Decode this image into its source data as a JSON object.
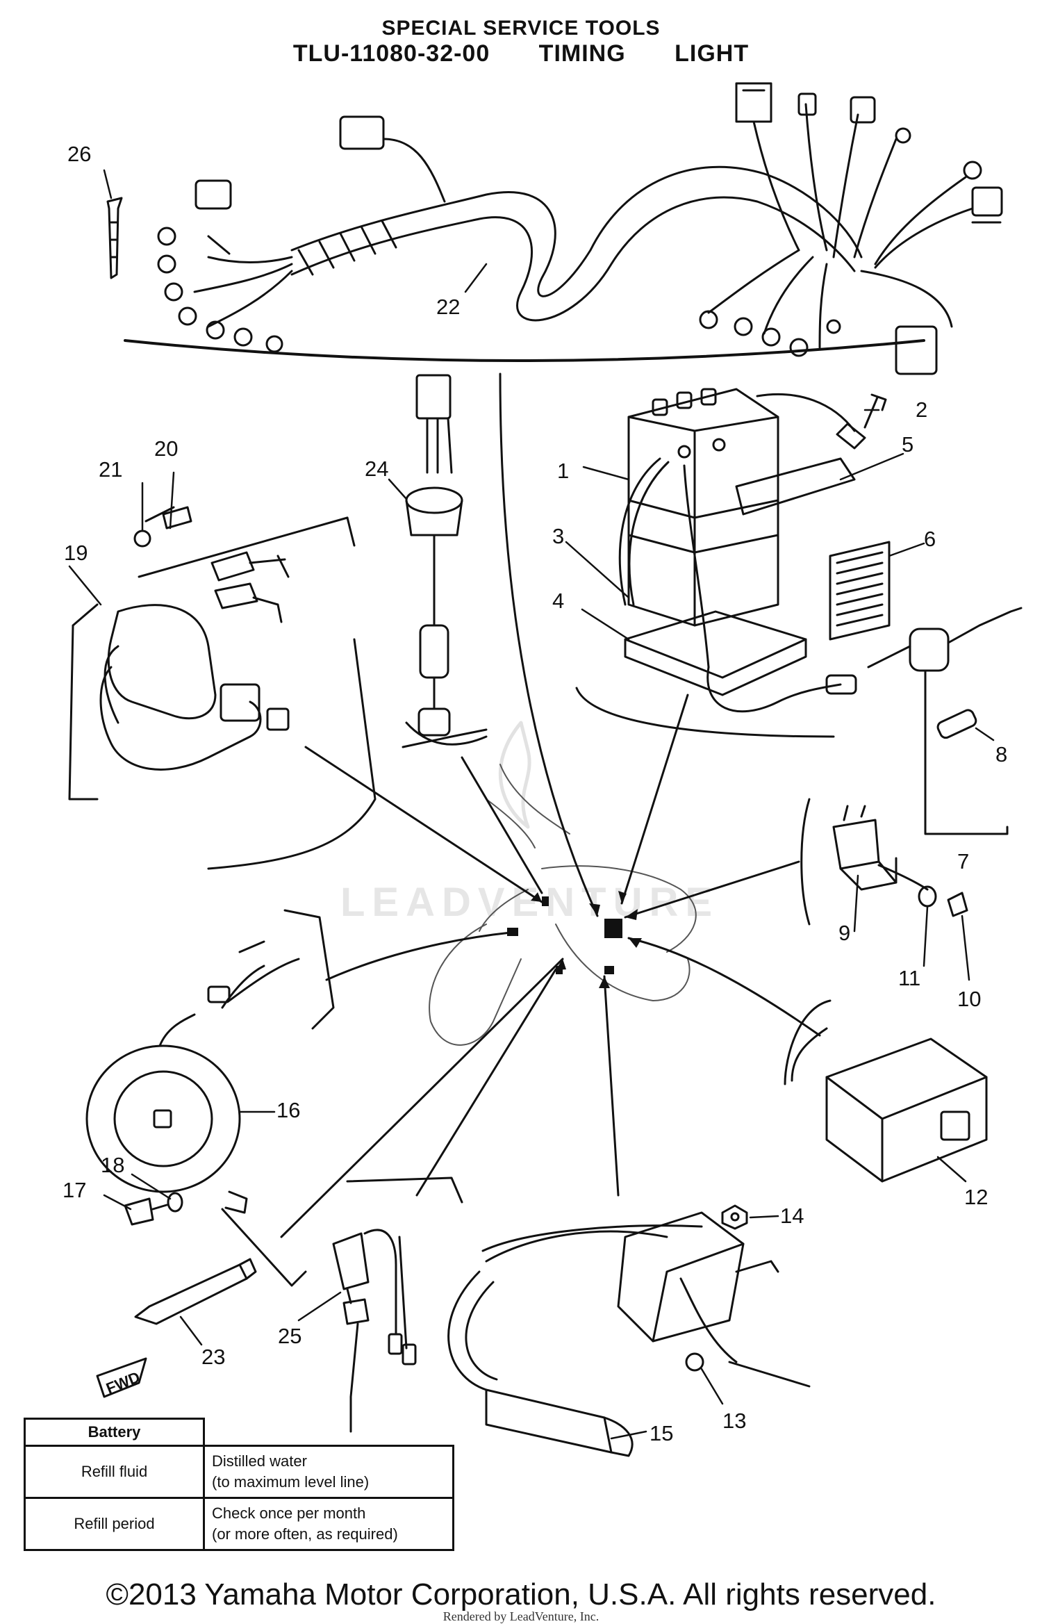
{
  "header": {
    "line1": "SPECIAL SERVICE TOOLS",
    "line2": "TLU-11080-32-00 TIMING LIGHT"
  },
  "callouts": [
    "1",
    "2",
    "3",
    "4",
    "5",
    "6",
    "7",
    "8",
    "9",
    "10",
    "11",
    "12",
    "13",
    "14",
    "15",
    "16",
    "17",
    "18",
    "19",
    "20",
    "21",
    "22",
    "23",
    "24",
    "25",
    "26"
  ],
  "fwd_label": "FWD",
  "watermark": "LEADVENTURE",
  "table": {
    "title": "Battery",
    "rows": [
      {
        "label": "Refill fluid",
        "line1": "Distilled water",
        "line2": "(to maximum level line)"
      },
      {
        "label": "Refill period",
        "line1": "Check once per month",
        "line2": "(or more often, as required)"
      }
    ]
  },
  "footer": "©2013 Yamaha Motor Corporation, U.S.A. All rights reserved.",
  "rendered_by": "Rendered by LeadVenture, Inc.",
  "colors": {
    "ink": "#111111",
    "watermark": "#e6e6e6",
    "background": "#ffffff"
  }
}
